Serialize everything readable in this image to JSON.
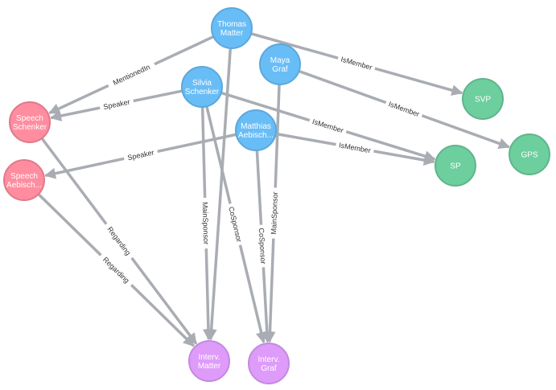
{
  "colors": {
    "person": "#68bdf6",
    "person_stroke": "#5ca8db",
    "party": "#6dce9e",
    "party_stroke": "#60b58b",
    "speech": "#ff8c9f",
    "speech_stroke": "#e07a8b",
    "interpellation": "#de9bf9",
    "interpellation_stroke": "#c38ade",
    "edge": "#a9adb3"
  },
  "nodes": [
    {
      "id": "thomas",
      "type": "person",
      "lines": [
        "Thomas",
        "Matter"
      ]
    },
    {
      "id": "maya",
      "type": "person",
      "lines": [
        "Maya",
        "Graf"
      ]
    },
    {
      "id": "silvia",
      "type": "person",
      "lines": [
        "Silvia",
        "Schenker"
      ]
    },
    {
      "id": "matthias",
      "type": "person",
      "lines": [
        "Matthias",
        "Aebisch..."
      ]
    },
    {
      "id": "speech_schenker",
      "type": "speech",
      "lines": [
        "Speech",
        "Schenker"
      ]
    },
    {
      "id": "speech_aebischer",
      "type": "speech",
      "lines": [
        "Speech",
        "Aebisch..."
      ]
    },
    {
      "id": "svp",
      "type": "party",
      "lines": [
        "SVP"
      ]
    },
    {
      "id": "gps",
      "type": "party",
      "lines": [
        "GPS"
      ]
    },
    {
      "id": "sp",
      "type": "party",
      "lines": [
        "SP"
      ]
    },
    {
      "id": "interv_matter",
      "type": "interpellation",
      "lines": [
        "Interv.",
        "Matter"
      ]
    },
    {
      "id": "interv_graf",
      "type": "interpellation",
      "lines": [
        "Interv.",
        "Graf"
      ]
    }
  ],
  "edges": [
    {
      "from": "thomas",
      "to": "speech_schenker",
      "label": "MentionedIn"
    },
    {
      "from": "thomas",
      "to": "svp",
      "label": "IsMember"
    },
    {
      "from": "thomas",
      "to": "interv_matter",
      "label": ""
    },
    {
      "from": "maya",
      "to": "gps",
      "label": "IsMember"
    },
    {
      "from": "maya",
      "to": "interv_graf",
      "label": "MainSponsor"
    },
    {
      "from": "silvia",
      "to": "speech_schenker",
      "label": "Speaker"
    },
    {
      "from": "silvia",
      "to": "sp",
      "label": "IsMember"
    },
    {
      "from": "silvia",
      "to": "interv_graf",
      "label": "CoSponsor"
    },
    {
      "from": "matthias",
      "to": "speech_aebischer",
      "label": "Speaker"
    },
    {
      "from": "matthias",
      "to": "sp",
      "label": "IsMember"
    },
    {
      "from": "matthias",
      "to": "interv_graf",
      "label": "CoSponsor"
    },
    {
      "from": "speech_schenker",
      "to": "interv_matter",
      "label": "Regarding"
    },
    {
      "from": "speech_aebischer",
      "to": "interv_matter",
      "label": "Regarding"
    },
    {
      "from": "silvia",
      "to": "interv_matter",
      "label": "MainSponsor"
    }
  ]
}
